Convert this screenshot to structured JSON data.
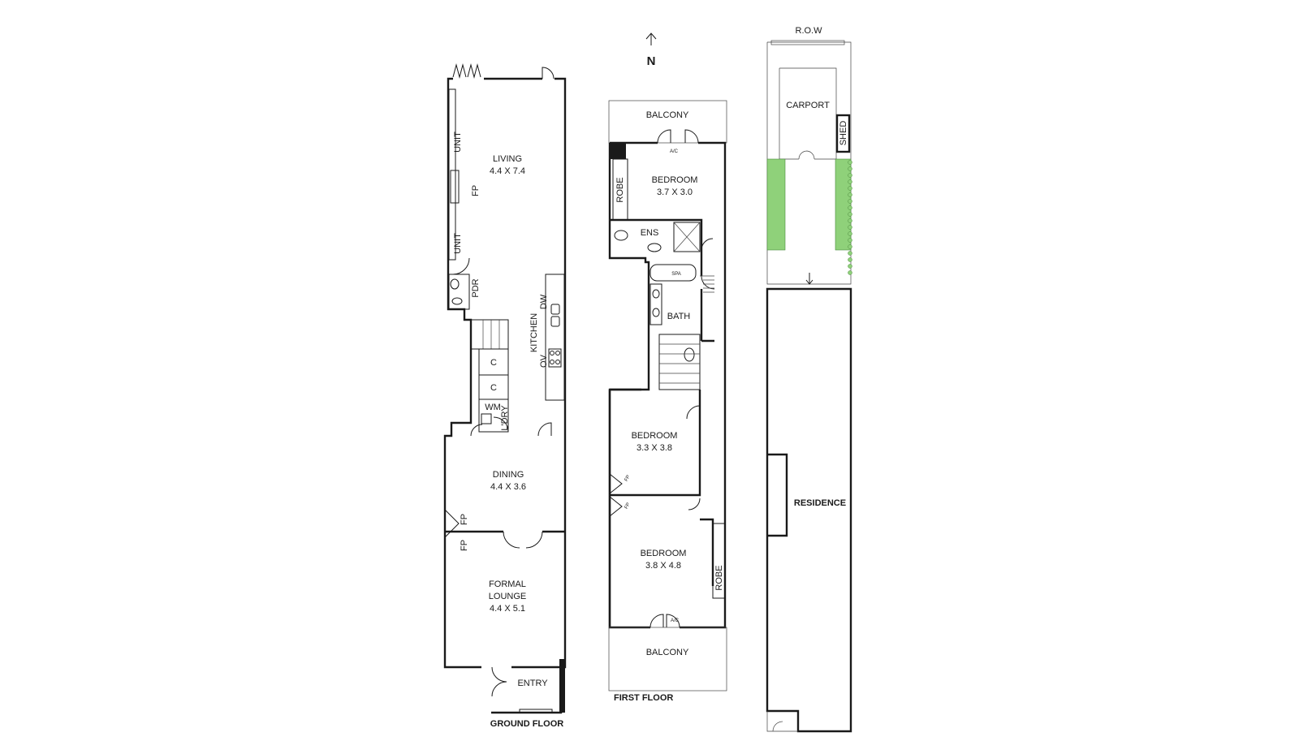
{
  "north": "N",
  "ground_floor": {
    "title": "GROUND FLOOR",
    "living": {
      "name": "LIVING",
      "dims": "4.4 X 7.4"
    },
    "unit_top": "UNIT",
    "unit_bottom": "UNIT",
    "fp_living": "FP",
    "pdr": "PDR",
    "kitchen": "KITCHEN",
    "dw": "DW",
    "ov": "OV",
    "c1": "C",
    "c2": "C",
    "wm": "WM",
    "ldry": "L'DRY",
    "dining": {
      "name": "DINING",
      "dims": "4.4 X 3.6"
    },
    "fp_dining": "FP",
    "fp_lounge": "FP",
    "formal_lounge": {
      "name_line1": "FORMAL",
      "name_line2": "LOUNGE",
      "dims": "4.4 X 5.1"
    },
    "entry": "ENTRY"
  },
  "first_floor": {
    "title": "FIRST FLOOR",
    "balcony_top": "BALCONY",
    "ac_top": "A/C",
    "robe_top": "ROBE",
    "bedroom1": {
      "name": "BEDROOM",
      "dims": "3.7 X 3.0"
    },
    "ens": "ENS",
    "spa": "SPA",
    "bath": "BATH",
    "bedroom2": {
      "name": "BEDROOM",
      "dims": "3.3 X 3.8"
    },
    "fp_bed2": "FP",
    "fp_bed3": "FP",
    "bedroom3": {
      "name": "BEDROOM",
      "dims": "3.8 X 4.8"
    },
    "robe_bottom": "ROBE",
    "ac_bottom": "A/C",
    "balcony_bottom": "BALCONY"
  },
  "site": {
    "row": "R.O.W",
    "carport": "CARPORT",
    "shed": "SHED",
    "residence": "RESIDENCE",
    "hedge_color": "#8fd17a"
  }
}
